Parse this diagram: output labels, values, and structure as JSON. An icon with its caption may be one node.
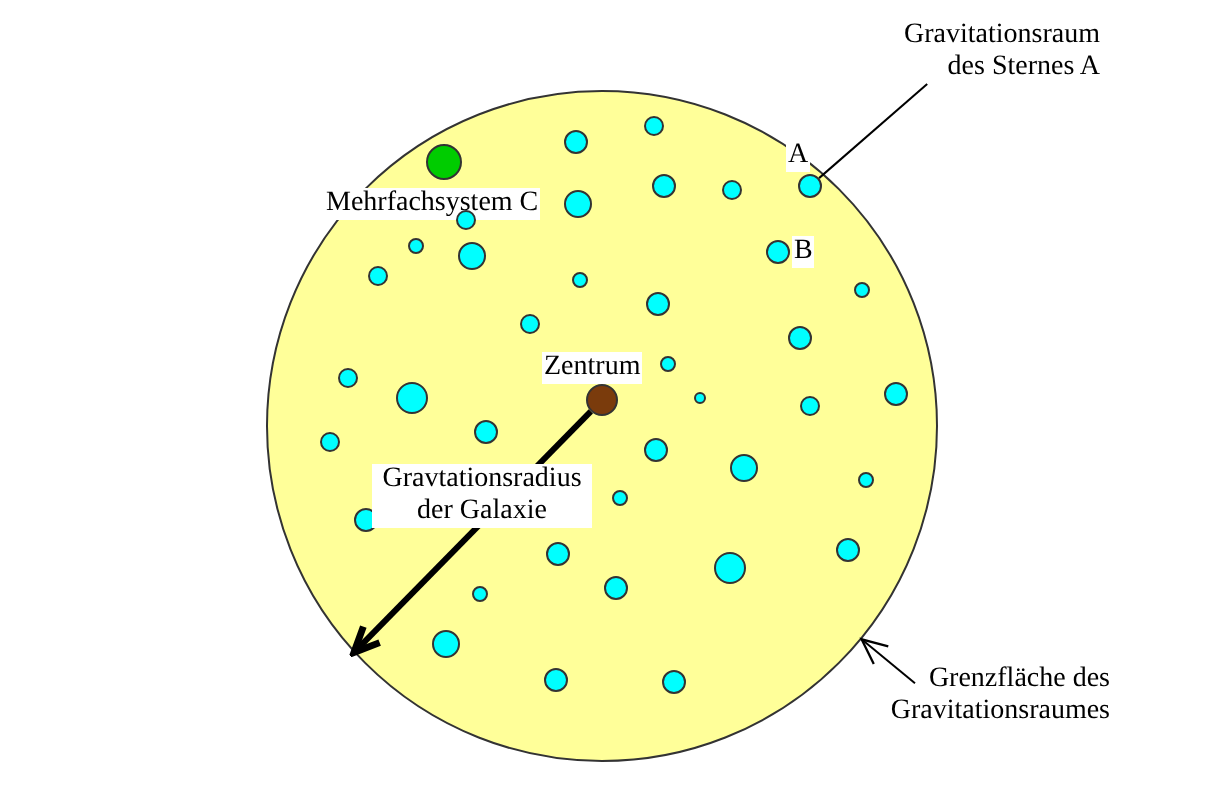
{
  "diagram": {
    "nodes": [
      {
        "text": [],
        "shape": "circle"
      },
      {
        "text": [
          "Mehrfachsystem C"
        ],
        "in": 0
      },
      {
        "text": [
          "A"
        ],
        "in": 0
      },
      {
        "text": [
          "B"
        ],
        "in": 0
      },
      {
        "text": [
          "Zentrum"
        ],
        "in": 0
      },
      {
        "text": [
          "Gravitationsraum des Sternes A"
        ]
      },
      {
        "text": [
          "Grenzfläche des Gravitationsraumes"
        ]
      },
      {
        "text": [],
        "shape": "circle",
        "in": 0
      },
      {
        "text": [],
        "shape": "circle",
        "in": 0
      },
      {
        "text": [],
        "shape": "circle",
        "in": 0
      },
      {
        "text": [],
        "shape": "circle",
        "in": 0
      },
      {
        "text": [],
        "shape": "circle",
        "in": 0
      },
      {
        "text": [],
        "shape": "circle",
        "in": 0
      },
      {
        "text": [],
        "shape": "circle",
        "in": 0
      },
      {
        "text": [],
        "shape": "circle",
        "in": 0
      },
      {
        "text": [],
        "shape": "circle",
        "in": 0
      },
      {
        "text": [],
        "shape": "circle",
        "in": 0
      },
      {
        "text": [],
        "shape": "circle",
        "in": 0
      },
      {
        "text": [],
        "shape": "circle",
        "in": 0
      },
      {
        "text": [],
        "shape": "circle",
        "in": 0
      },
      {
        "text": [],
        "shape": "circle",
        "in": 0
      },
      {
        "text": [],
        "shape": "circle",
        "in": 0
      },
      {
        "text": [],
        "shape": "circle",
        "in": 0
      },
      {
        "text": [],
        "shape": "circle",
        "in": 0
      },
      {
        "text": [],
        "shape": "circle",
        "in": 0
      },
      {
        "text": [],
        "shape": "circle",
        "in": 0
      },
      {
        "text": [],
        "shape": "circle",
        "in": 0
      },
      {
        "text": [],
        "shape": "circle",
        "in": 0
      },
      {
        "text": [],
        "shape": "circle",
        "in": 0
      },
      {
        "text": [],
        "shape": "circle",
        "in": 0
      },
      {
        "text": [],
        "shape": "circle",
        "in": 0
      },
      {
        "text": [],
        "shape": "circle",
        "in": 0
      },
      {
        "text": [],
        "shape": "circle",
        "in": 0
      },
      {
        "text": [],
        "shape": "circle",
        "in": 0
      },
      {
        "text": [],
        "shape": "circle",
        "in": 0
      },
      {
        "text": [],
        "shape": "circle",
        "in": 0
      },
      {
        "text": [],
        "shape": "circle",
        "in": 0
      },
      {
        "text": [],
        "shape": "circle",
        "in": 0
      },
      {
        "text": [],
        "shape": "circle",
        "in": 0
      },
      {
        "text": [],
        "shape": "circle",
        "in": 0
      },
      {
        "text": [],
        "shape": "circle",
        "in": 0
      },
      {
        "text": [],
        "shape": "circle",
        "in": 0
      }
    ],
    "edges": [
      {
        "from": 5,
        "to": 2,
        "arrow": "none"
      },
      {
        "from": 6,
        "to": 0,
        "arrow": "to"
      },
      {
        "from": 4,
        "to": 0,
        "arrow": "to",
        "label": "Gravtationsradius der Galaxie",
        "style": "thick"
      }
    ]
  }
}
